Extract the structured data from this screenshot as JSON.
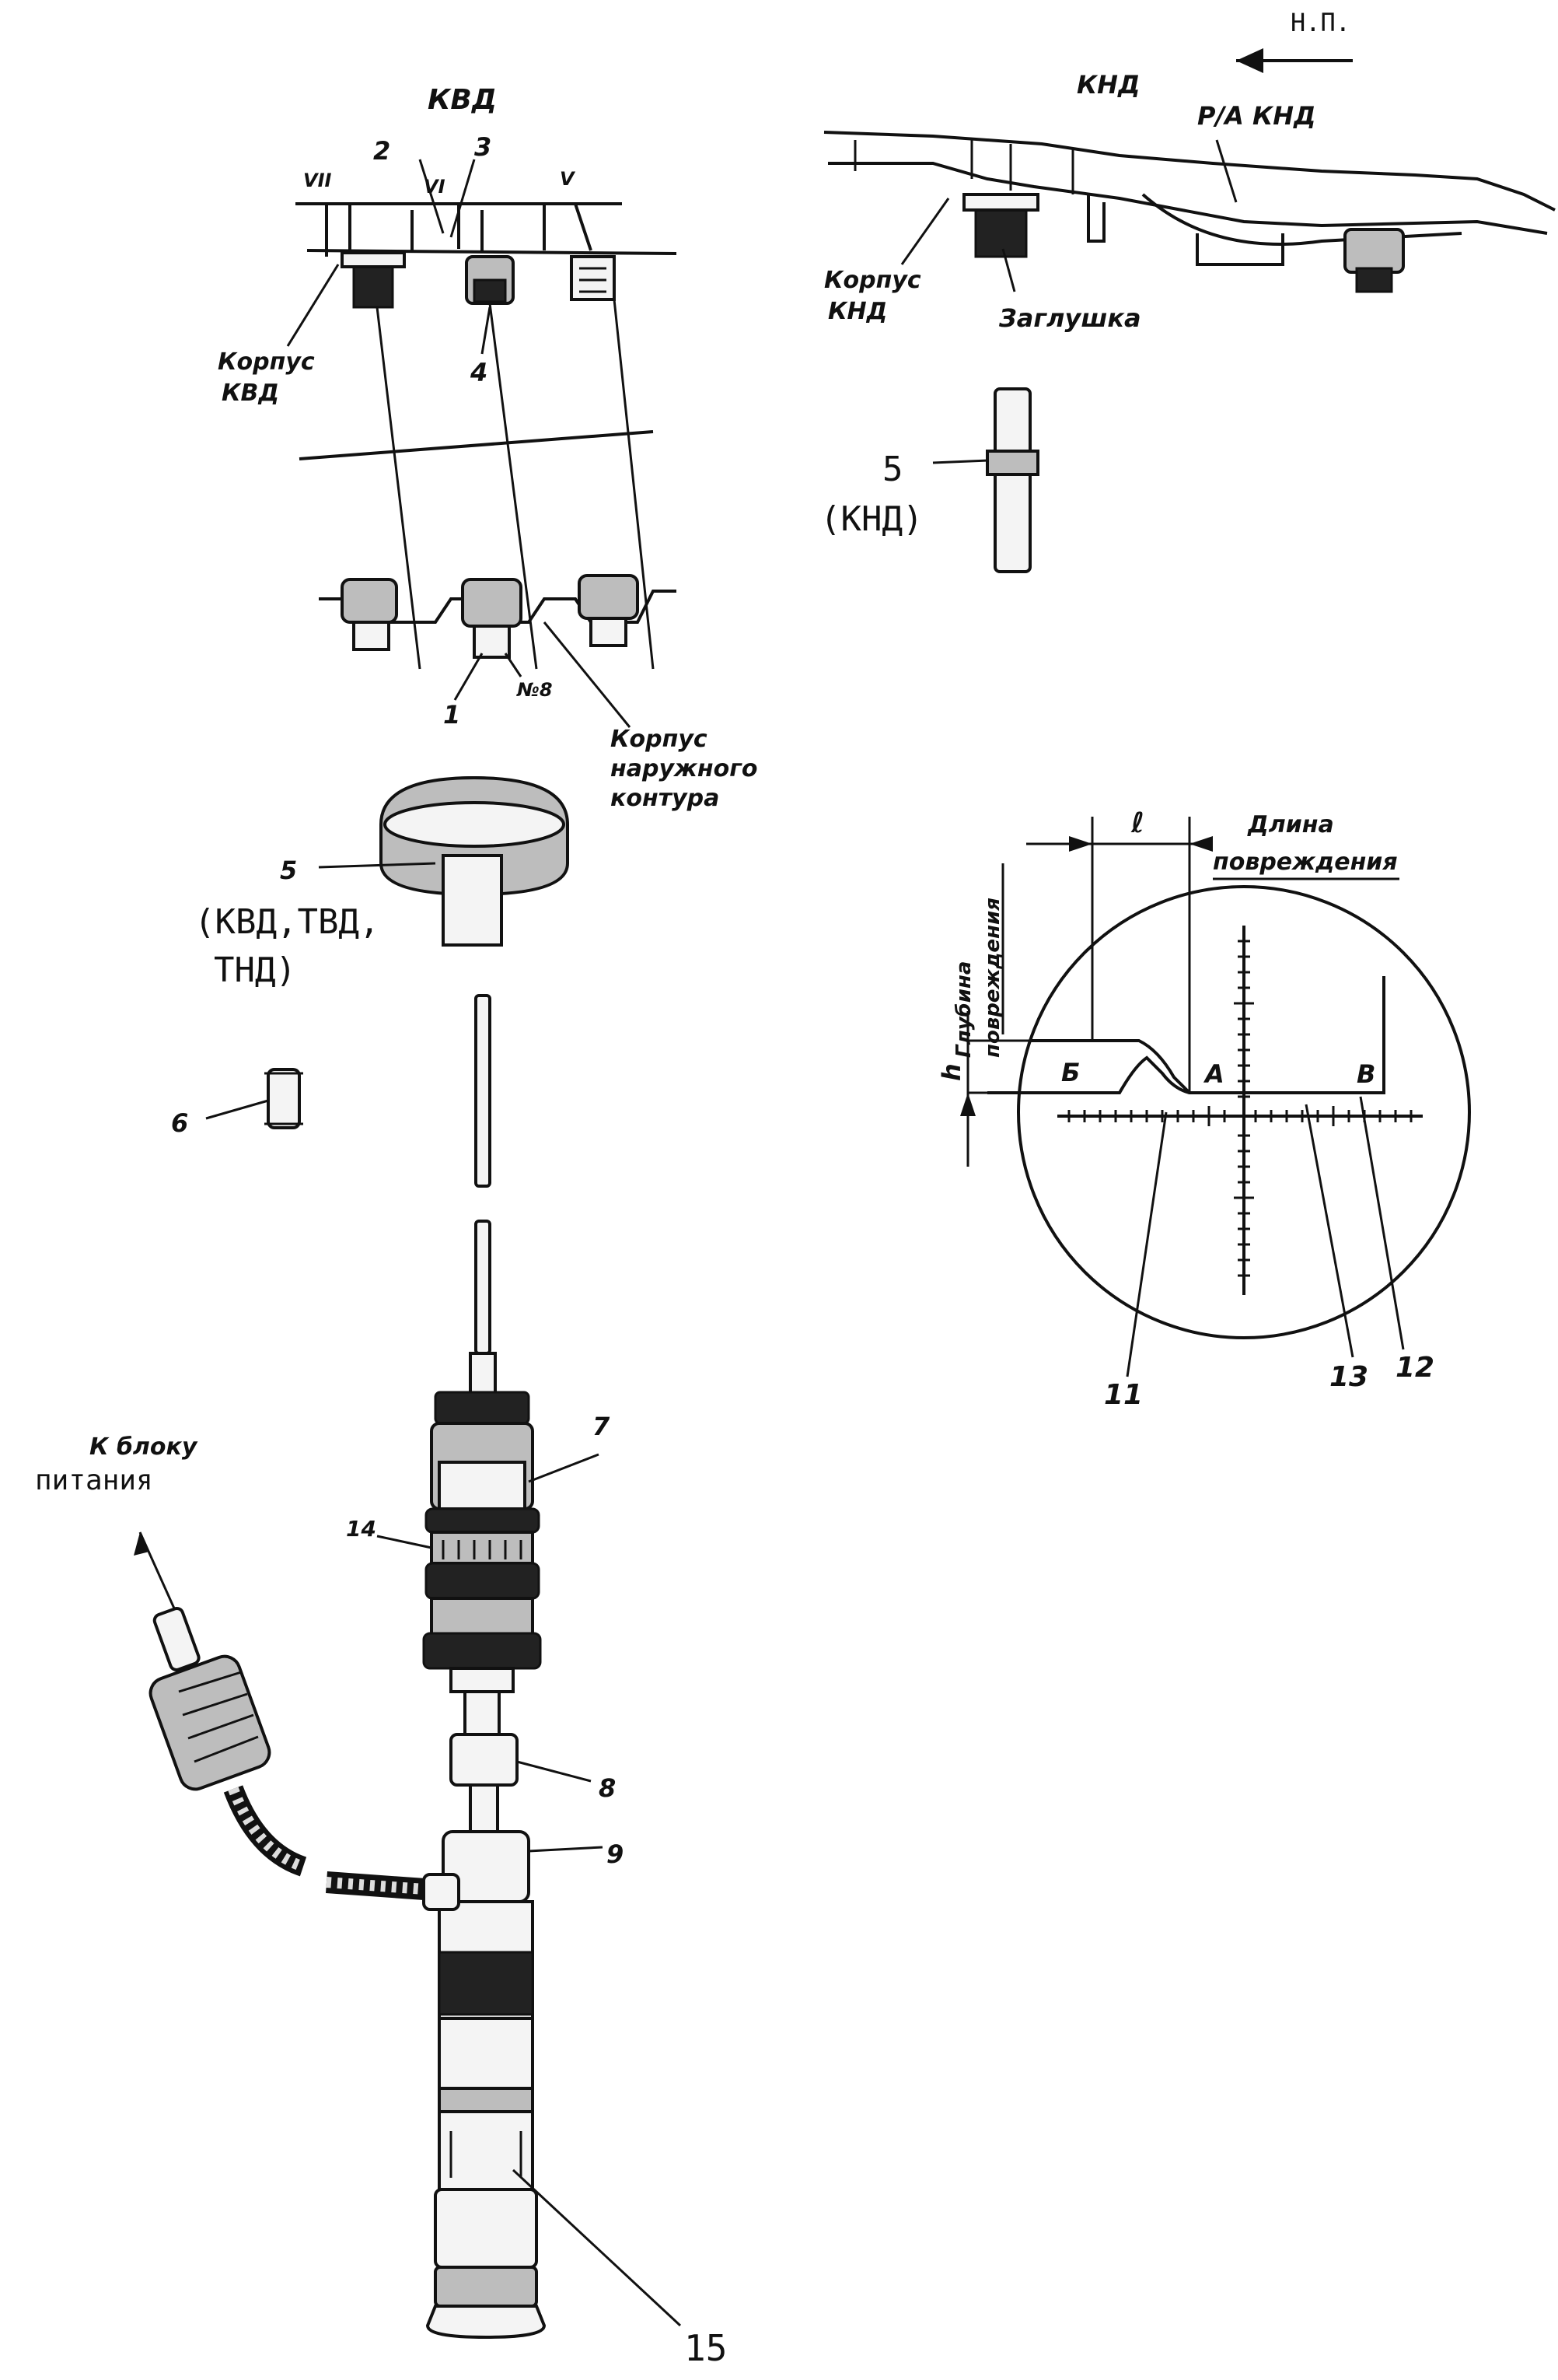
{
  "labels": {
    "kvd": "КВД",
    "n2": "2",
    "n3": "3",
    "vii": "VII",
    "vi": "VI",
    "v": "V",
    "korpus_kvd_1": "Корпус",
    "korpus_kvd_2": "КВД",
    "n4": "4",
    "n1": "1",
    "n8_small": "№8",
    "korpus_nk_1": "Корпус",
    "korpus_nk_2": "наружного",
    "korpus_nk_3": "контура",
    "n5_kvd": "5",
    "kvd_tvd_1": "(КВД,ТВД,",
    "kvd_tvd_2": "ТНД)",
    "n6": "6",
    "np": "Н.П.",
    "knd": "КНД",
    "ra_knd": "Р/А КНД",
    "korpus_knd_1": "Корпус",
    "korpus_knd_2": "КНД",
    "zaglushka": "Заглушка",
    "n5_knd": "5",
    "knd_paren": "(КНД)",
    "l": "ℓ",
    "dlina_1": "Длина",
    "dlina_2": "повреждения",
    "glubina_1": "Глубина",
    "glubina_2": "повреждения",
    "h": "h",
    "b_letter": "Б",
    "a_letter": "А",
    "v_letter": "В",
    "n11": "11",
    "n13": "13",
    "n12": "12",
    "k_bloku_1": "К блоку",
    "k_bloku_2": "питания",
    "n7": "7",
    "n14": "14",
    "n8": "8",
    "n9": "9",
    "n15": "15"
  }
}
